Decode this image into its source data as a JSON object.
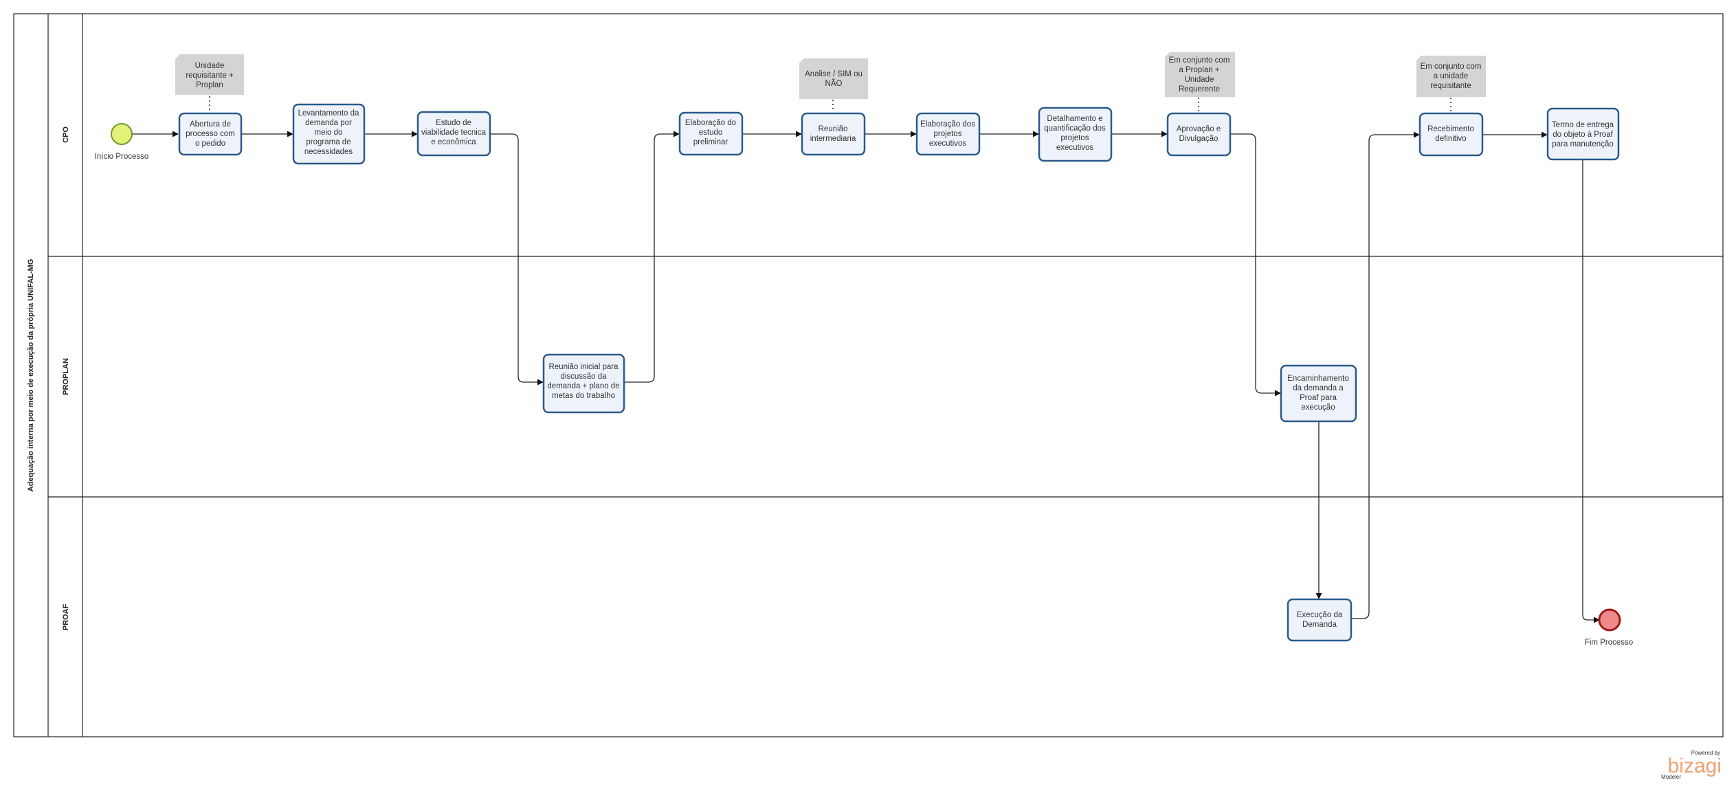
{
  "pool": {
    "title": "Adequação interna por meio de execução da própria UNIFAL-MG"
  },
  "lanes": {
    "cpo": "CPO",
    "proplan": "PROPLAN",
    "proaf": "PROAF"
  },
  "events": {
    "start": "Início Processo",
    "end": "Fim Processo"
  },
  "tasks": {
    "abertura": [
      "Abertura de",
      "processo com",
      "o pedido"
    ],
    "levantamento": [
      "Levantamento da",
      "demanda por",
      "meio do",
      "programa de",
      "necessidades"
    ],
    "estudo_viabilidade": [
      "Estudo de",
      "viabilidade tecnica",
      "e econômica"
    ],
    "reuniao_inicial": [
      "Reunião  inicial para",
      "discussão  da",
      "demanda + plano de",
      "metas do trabalho"
    ],
    "estudo_preliminar": [
      "Elaboração  do",
      "estudo",
      "preliminar"
    ],
    "reuniao_intermediaria": [
      "Reunião",
      "intermediaria"
    ],
    "projetos_executivos": [
      "Elaboração dos",
      "projetos",
      "executivos"
    ],
    "detalhamento": [
      "Detalhamento e",
      "quantificação dos",
      "projetos",
      "executivos"
    ],
    "aprovacao": [
      "Aprovação e",
      "Divulgação"
    ],
    "encaminhamento": [
      "Encaminhamento",
      "da  demanda a",
      "Proaf para",
      "execução"
    ],
    "execucao": [
      "Execução da",
      "Demanda"
    ],
    "recebimento": [
      "Recebimento",
      "definitivo"
    ],
    "termo_entrega": [
      "Termo de entrega",
      "do objeto à Proaf",
      "para  manutenção"
    ]
  },
  "annotations": {
    "unidade": [
      "Unidade",
      "requisitante +",
      "Proplan"
    ],
    "analise": [
      "Analise / SIM ou",
      "NÃO"
    ],
    "conjunto_proplan": [
      "Em conjunto com",
      "a Proplan +",
      "Unidade",
      "Requerente"
    ],
    "conjunto_unidade": [
      "Em conjunto com",
      "a unidade",
      "requisitante"
    ]
  },
  "branding": {
    "powered_by": "Powered by",
    "brand": "bizagi",
    "product": "Modeler"
  },
  "colors": {
    "task_fill": "#eef3fb",
    "task_stroke": "#2a5a8a",
    "annotation_fill": "#d4d4d4",
    "start_fill": "#e4f27a",
    "start_stroke": "#6e9a2a",
    "end_fill": "#f08a8a",
    "end_stroke": "#a01818",
    "brand": "#f0a070"
  }
}
